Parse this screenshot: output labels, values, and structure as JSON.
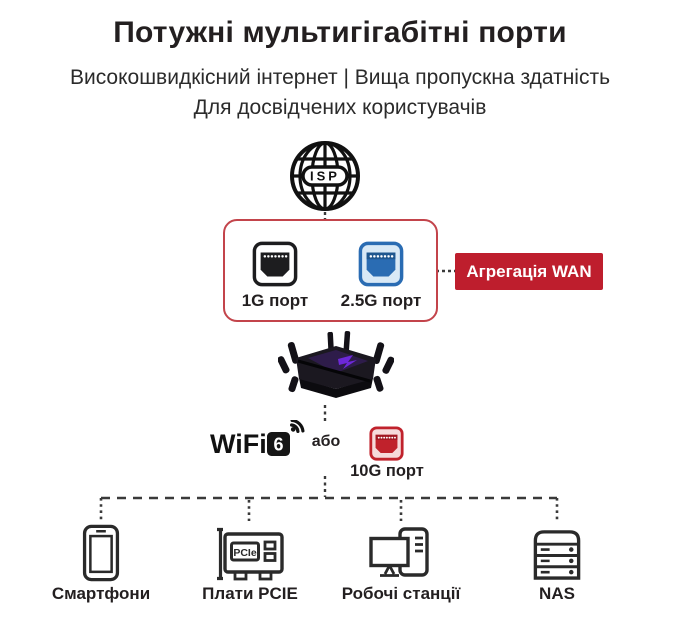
{
  "header": {
    "title": "Потужні мультигігабітні порти",
    "subtitle1": "Високошвидкісний інтернет | Вища пропускна здатність",
    "subtitle2": "Для досвідчених користувачів"
  },
  "isp": {
    "label": "ISP"
  },
  "wan": {
    "tag": "Агрегація WAN",
    "ports": [
      {
        "label": "1G порт",
        "color": "black"
      },
      {
        "label": "2.5G порт",
        "color": "blue"
      }
    ]
  },
  "middle": {
    "wifi_text": "WiFi",
    "wifi_gen": "6",
    "or_label": "або",
    "port_label": "10G порт"
  },
  "devices": [
    {
      "label": "Смартфони",
      "icon": "smartphone-icon"
    },
    {
      "label": "Плати PCIE",
      "icon": "pcie-card-icon",
      "badge": "PCIe"
    },
    {
      "label": "Робочі станції",
      "icon": "workstation-icon"
    },
    {
      "label": "NAS",
      "icon": "nas-icon"
    }
  ],
  "colors": {
    "accent_red": "#be1e2d",
    "box_border_red": "#c3444b",
    "port_blue": "#2a6cb3",
    "port_black": "#1d1d1f",
    "port_red": "#c0222c",
    "line_gray": "#3a3a3a",
    "text": "#231f20"
  }
}
